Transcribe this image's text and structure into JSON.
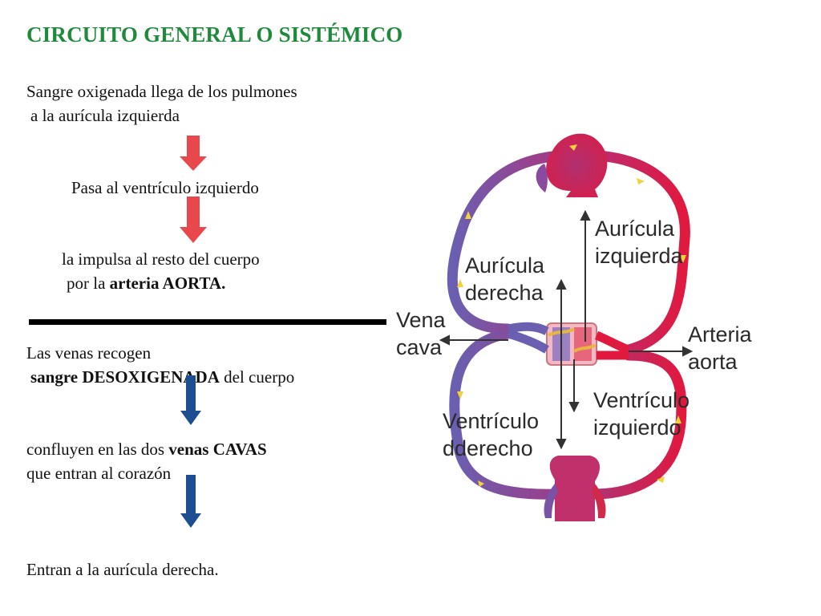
{
  "title": "CIRCUITO GENERAL O SISTÉMICO",
  "steps": {
    "s1_line1": "Sangre oxigenada llega de los pulmones",
    "s1_line2": "a la aurícula izquierda",
    "s2": "Pasa al ventrículo izquierdo",
    "s3_line1": "la impulsa al resto del cuerpo",
    "s3_line2_pre": "por la ",
    "s3_line2_bold": "arteria AORTA.",
    "s4_line1": "Las venas recogen",
    "s4_line2_bold": "sangre DESOXIGENADA",
    "s4_line2_post": " del cuerpo",
    "s5_line1_pre": "confluyen en las dos ",
    "s5_line1_bold": "venas CAVAS",
    "s5_line2": "que entran al corazón",
    "s6": "Entran a la aurícula derecha."
  },
  "diagram": {
    "labels": {
      "auricula_izquierda_1": "Aurícula",
      "auricula_izquierda_2": "izquierda",
      "auricula_derecha_1": "Aurícula",
      "auricula_derecha_2": "derecha",
      "vena_cava_1": "Vena",
      "vena_cava_2": "cava",
      "arteria_aorta_1": "Arteria",
      "arteria_aorta_2": "aorta",
      "ventriculo_izquierdo_1": "Ventrículo",
      "ventriculo_izquierdo_2": "izquierdo",
      "ventriculo_derecho_1": "Ventrículo",
      "ventriculo_derecho_2": "dderecho"
    }
  },
  "colors": {
    "title": "#1f8a3b",
    "oxygenated_arrow": "#e8474c",
    "deoxygenated_arrow": "#1d4e91",
    "artery": "#e0193f",
    "vein": "#6a5fb0"
  }
}
